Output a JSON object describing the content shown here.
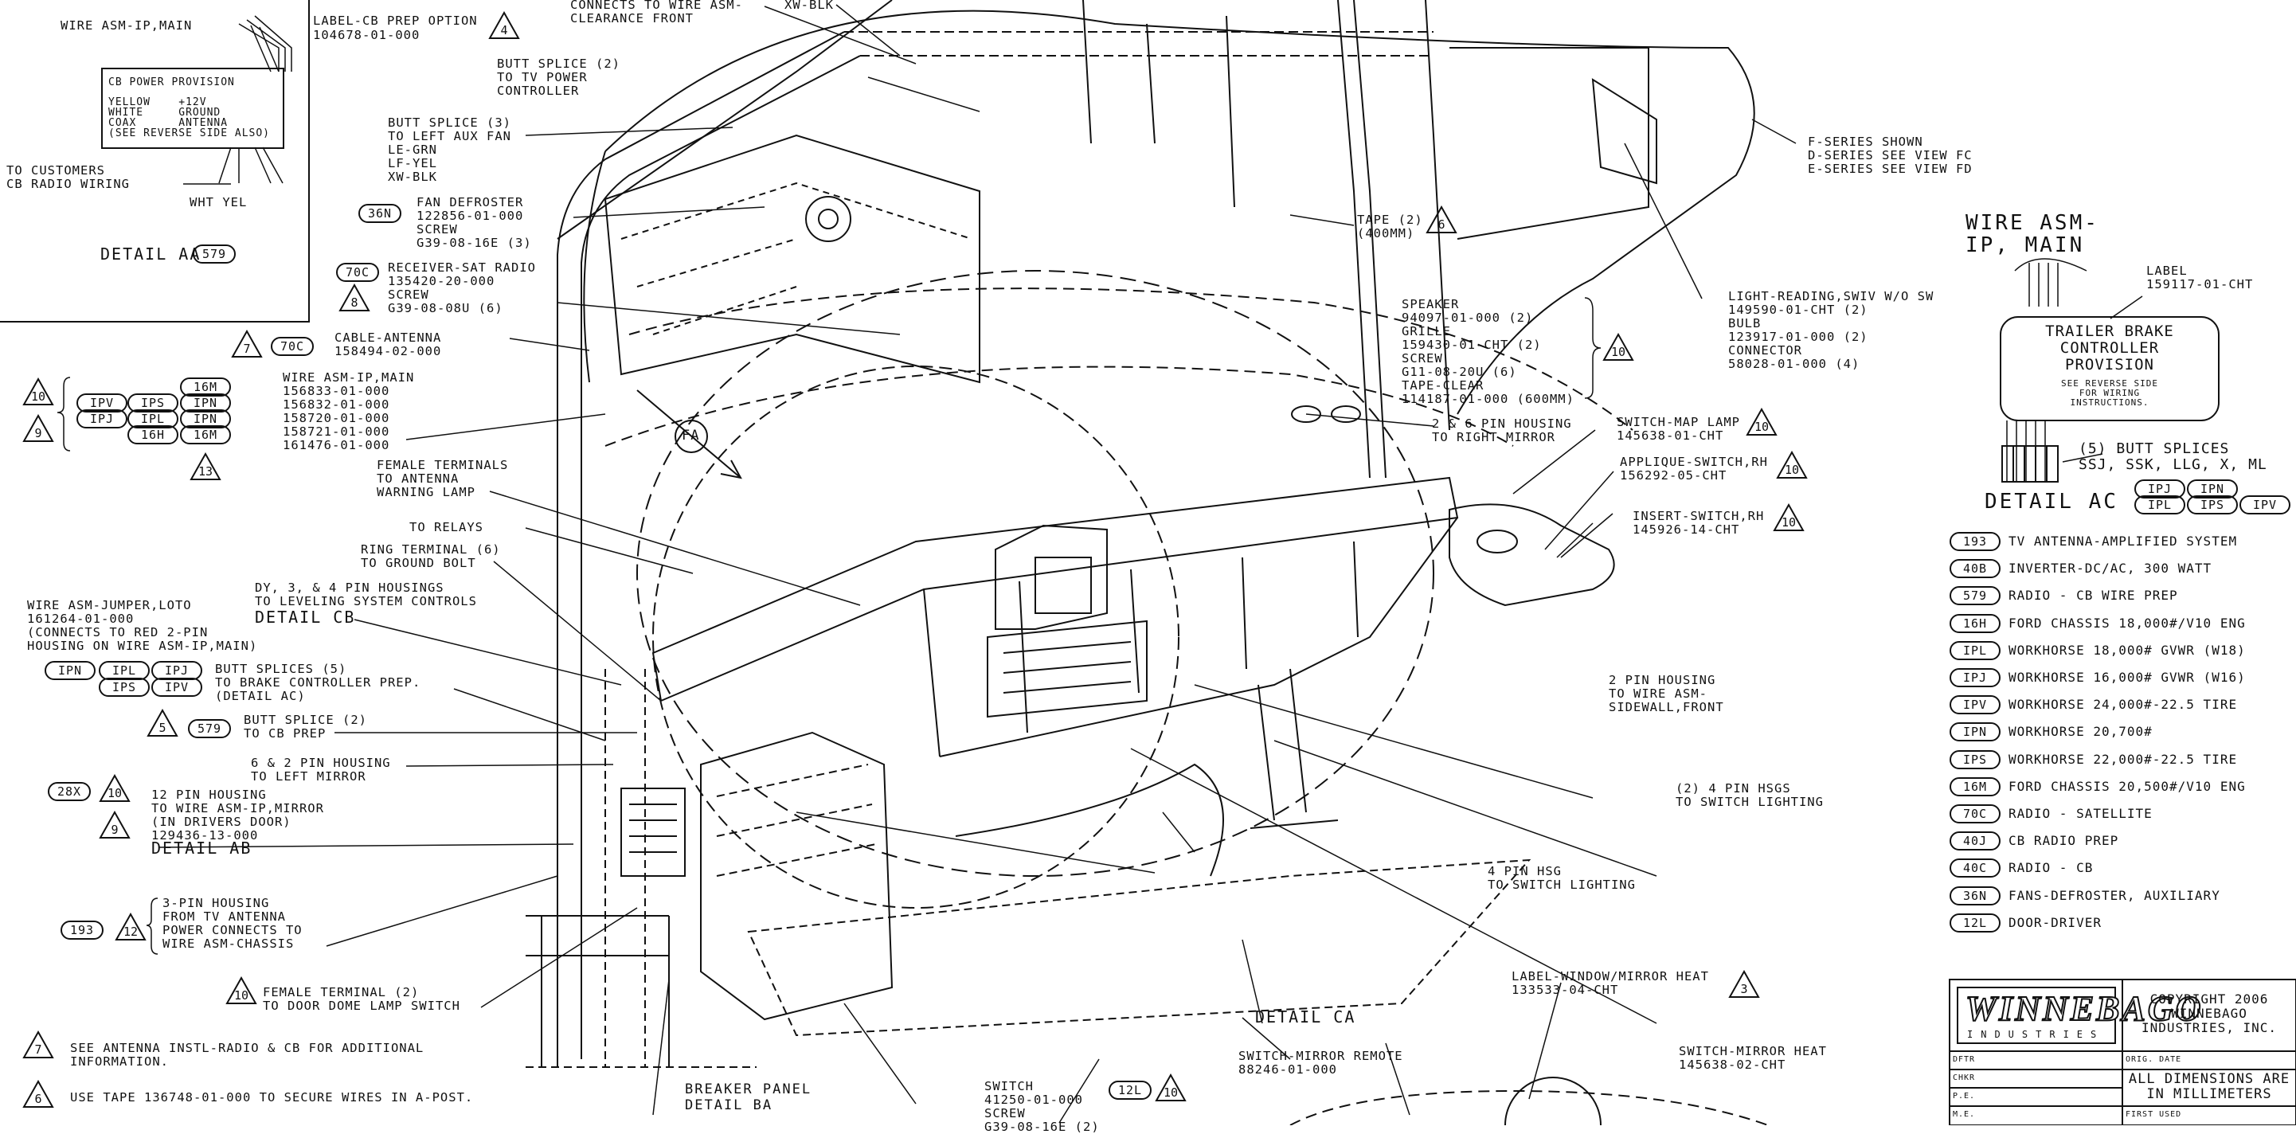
{
  "detail_aa": {
    "wire_label": "WIRE ASM-IP,MAIN",
    "label_cb": "LABEL-CB PREP OPTION",
    "label_cb_pn": "104678-01-000",
    "label_cb_tri": "4",
    "panel_title": "CB POWER PROVISION",
    "panel_rows": [
      "YELLOW    +12V",
      "WHITE     GROUND",
      "COAX      ANTENNA",
      "(SEE REVERSE SIDE ALSO)"
    ],
    "customers": "TO CUSTOMERS\nCB RADIO WIRING",
    "wht_yel": "WHT YEL",
    "detail": "DETAIL AA",
    "detail_ref": "579"
  },
  "top_notes": {
    "connects_a": "CONNECTS TO WIRE ASM-\nCLEARANCE FRONT",
    "xw_blk": "XW-BLK",
    "butt2": "BUTT SPLICE (2)\nTO TV POWER\nCONTROLLER",
    "butt3": "BUTT SPLICE (3)\nTO LEFT AUX FAN\nLE-GRN\nLF-YEL\nXW-BLK",
    "fan": "FAN DEFROSTER\n122856-01-000\nSCREW\nG39-08-16E (3)",
    "fan_ref": "36N",
    "sat": "RECEIVER-SAT RADIO\n135420-20-000\nSCREW\nG39-08-08U (6)",
    "sat_ref": "70C",
    "sat_tri": "8",
    "cable": "CABLE-ANTENNA\n158494-02-000",
    "cable_ref": "70C",
    "cable_tri": "7"
  },
  "wire_main": {
    "text": "WIRE ASM-IP,MAIN\n156833-01-000\n156832-01-000\n158720-01-000\n158721-01-000\n161476-01-000",
    "tri_a": "10",
    "tri_b": "9",
    "tri_c": "13",
    "pills": [
      "16M",
      "IPV",
      "IPS",
      "IPN",
      "IPJ",
      "IPL",
      "IPN",
      "16H",
      "16M"
    ]
  },
  "left_notes": {
    "female_ant": "FEMALE TERMINALS\nTO ANTENNA\nWARNING LAMP",
    "relays": "TO RELAYS",
    "ring": "RING TERMINAL (6)\nTO GROUND BOLT",
    "dy": "DY, 3, & 4 PIN HOUSINGS\nTO LEVELING SYSTEM CONTROLS",
    "detail_cb": "DETAIL CB",
    "jumper": "WIRE ASM-JUMPER,LOTO\n161264-01-000\n(CONNECTS TO RED 2-PIN\nHOUSING ON WIRE ASM-IP,MAIN)",
    "jumper_pills": [
      "IPN",
      "IPL",
      "IPJ",
      "IPS",
      "IPV"
    ],
    "butt5": "BUTT SPLICES (5)\nTO BRAKE CONTROLLER PREP.\n(DETAIL AC)",
    "butt_cb": "BUTT SPLICE (2)\nTO CB PREP",
    "butt_cb_tri": "5",
    "butt_cb_ref": "579",
    "six_two": "6 & 2 PIN HOUSING\nTO LEFT MIRROR",
    "twelve": "12 PIN HOUSING\nTO WIRE ASM-IP,MIRROR\n(IN DRIVERS DOOR)\n129436-13-000",
    "twelve_ref": "28X",
    "twelve_tri": "10",
    "twelve_tri2": "9",
    "detail_ab": "DETAIL AB",
    "three_pin": "3-PIN HOUSING\nFROM TV ANTENNA\nPOWER CONNECTS TO\nWIRE ASM-CHASSIS",
    "three_ref": "193",
    "three_tri": "12",
    "female_door": "FEMALE TERMINAL (2)\nTO DOOR DOME LAMP SWITCH",
    "female_door_tri": "10",
    "note7": "SEE ANTENNA INSTL-RADIO & CB FOR ADDITIONAL\nINFORMATION.",
    "note7_tri": "7",
    "note6": "USE TAPE 136748-01-000 TO SECURE WIRES IN A-POST.",
    "note6_tri": "6",
    "fa": "FA"
  },
  "bottom_notes": {
    "breaker": "BREAKER PANEL\nDETAIL BA",
    "switch": "SWITCH\n41250-01-000\nSCREW\nG39-08-16E (2)",
    "switch_ref": "12L",
    "switch_tri": "10",
    "detail_ca": "DETAIL CA",
    "mirror_remote": "SWITCH-MIRROR REMOTE\n88246-01-000",
    "mirror_heat": "SWITCH-MIRROR HEAT\n145638-02-CHT",
    "window_label": "LABEL-WINDOW/MIRROR HEAT\n133533-04-CHT",
    "window_tri": "3",
    "four_pin": "4 PIN HSG\nTO SWITCH LIGHTING",
    "four_pin2": "(2) 4 PIN HSGS\nTO SWITCH LIGHTING",
    "two_pin": "2 PIN HOUSING\nTO WIRE ASM-\nSIDEWALL,FRONT"
  },
  "right_notes": {
    "series": "F-SERIES SHOWN\nD-SERIES SEE VIEW FC\nE-SERIES SEE VIEW FD",
    "tape": "TAPE (2)\n(400MM)",
    "tape_tri": "6",
    "light": "LIGHT-READING,SWIV W/O SW\n149590-01-CHT (2)\nBULB\n123917-01-000 (2)\nCONNECTOR\n58028-01-000 (4)",
    "speaker": "SPEAKER\n94097-01-000 (2)\nGRILLE\n159430-01-CHT (2)\nSCREW\nG11-08-20U (6)\nTAPE-CLEAR\n114187-01-000 (600mm)",
    "speaker_tri": "10",
    "two_six": "2 & 6 PIN HOUSING\nTO RIGHT MIRROR",
    "map": "SWITCH-MAP LAMP\n145638-01-CHT",
    "map_tri": "10",
    "applique": "APPLIQUE-SWITCH,RH\n156292-05-CHT",
    "applique_tri": "10",
    "insert": "INSERT-SWITCH,RH\n145926-14-CHT",
    "insert_tri": "10"
  },
  "detail_ac": {
    "title": "WIRE ASM-\nIP, MAIN",
    "label": "LABEL\n159117-01-CHT",
    "box_title": "TRAILER BRAKE\nCONTROLLER\nPROVISION",
    "box_note": "SEE REVERSE SIDE\nFOR WIRING\nINSTRUCTIONS.",
    "butt": "(5) BUTT SPLICES\nSSJ, SSK, LLG, X, ML",
    "detail": "DETAIL AC",
    "pills": [
      "IPJ",
      "IPN",
      "IPL",
      "IPS",
      "IPV"
    ]
  },
  "legend": [
    {
      "code": "193",
      "text": "TV ANTENNA-AMPLIFIED SYSTEM"
    },
    {
      "code": "40B",
      "text": "INVERTER-DC/AC, 300 WATT"
    },
    {
      "code": "579",
      "text": "RADIO - CB WIRE PREP"
    },
    {
      "code": "16H",
      "text": "FORD CHASSIS 18,000#/V10 ENG"
    },
    {
      "code": "IPL",
      "text": "WORKHORSE 18,000# GVWR (W18)"
    },
    {
      "code": "IPJ",
      "text": "WORKHORSE 16,000# GVWR (W16)"
    },
    {
      "code": "IPV",
      "text": "WORKHORSE 24,000#-22.5 TIRE"
    },
    {
      "code": "IPN",
      "text": "WORKHORSE 20,700#"
    },
    {
      "code": "IPS",
      "text": "WORKHORSE 22,000#-22.5 TIRE"
    },
    {
      "code": "16M",
      "text": "FORD CHASSIS 20,500#/V10 ENG"
    },
    {
      "code": "70C",
      "text": "RADIO - SATELLITE"
    },
    {
      "code": "40J",
      "text": "CB RADIO PREP"
    },
    {
      "code": "40C",
      "text": "RADIO - CB"
    },
    {
      "code": "36N",
      "text": "FANS-DEFROSTER, AUXILIARY"
    },
    {
      "code": "12L",
      "text": "DOOR-DRIVER"
    }
  ],
  "title_block": {
    "logo": "WINNEBAGO",
    "logo_sub": "INDUSTRIES",
    "copyright": "COPYRIGHT 2006\nWINNEBAGO\nINDUSTRIES, INC.",
    "dftr": "DFTR",
    "chkr": "CHKR",
    "pe": "P.E.",
    "me": "M.E.",
    "orig_date": "ORIG. DATE",
    "dims": "ALL DIMENSIONS ARE\nIN MILLIMETERS",
    "first_used": "FIRST USED"
  }
}
